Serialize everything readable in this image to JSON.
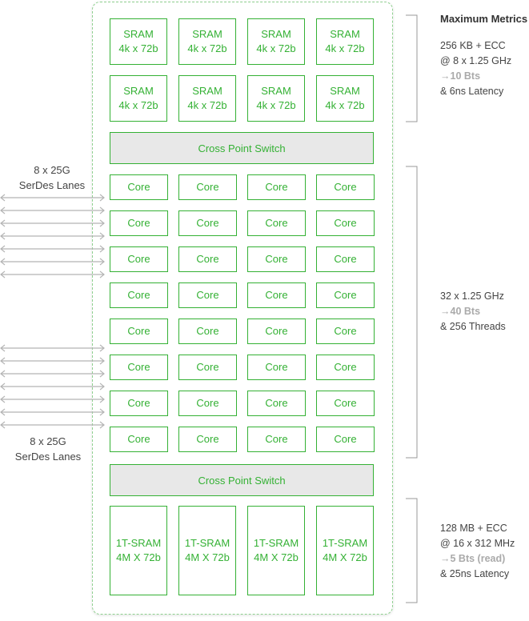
{
  "title": "Maximum Metrics",
  "sram": {
    "line1": "SRAM",
    "line2": "4k x 72b"
  },
  "core_label": "Core",
  "switch_label": "Cross Point Switch",
  "tsram": {
    "line1": "1T-SRAM",
    "line2": "4M X 72b"
  },
  "serdes_top": {
    "line1": "8 x 25G",
    "line2": "SerDes Lanes"
  },
  "serdes_bottom": {
    "line1": "8 x 25G",
    "line2": "SerDes Lanes"
  },
  "metrics": {
    "sram": {
      "l1": "256 KB + ECC",
      "l2": "@ 8 x 1.25 GHz",
      "bw": "10 Bts",
      "l4": "& 6ns Latency"
    },
    "cores": {
      "l1": "32 x 1.25 GHz",
      "bw": "40 Bts",
      "l3": "& 256 Threads"
    },
    "tsram": {
      "l1": "128 MB + ECC",
      "l2": "@ 16 x 312 MHz",
      "bw": "5 Bts (read)",
      "l4": "& 25ns Latency"
    }
  },
  "colors": {
    "green": "#34b134",
    "gray_fill": "#e8e8e8",
    "arrow": "#b5b5b5"
  }
}
